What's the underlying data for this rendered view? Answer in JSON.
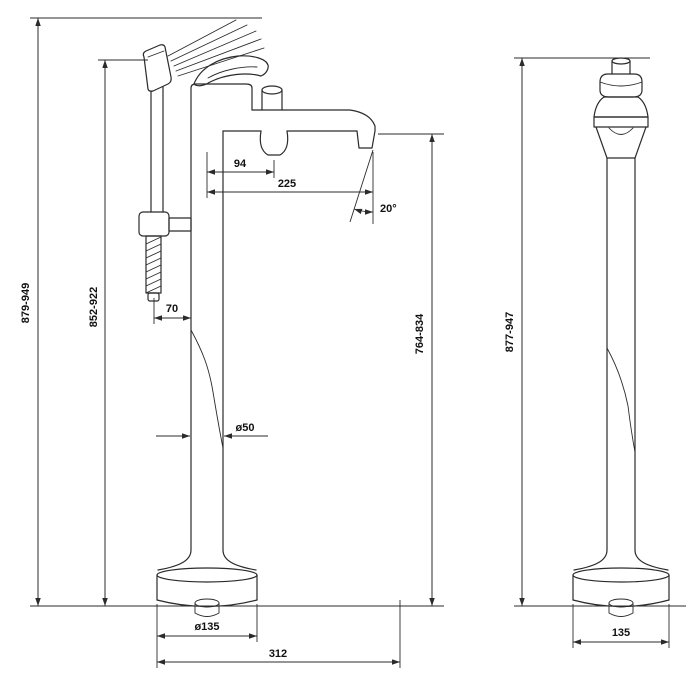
{
  "drawing": {
    "background": "#ffffff",
    "line_color": "#2b2b2b",
    "front_view": {
      "dimensions": {
        "overall_height": "879-949",
        "hand_shower_height": "852-922",
        "diverter_offset": "94",
        "spout_reach": "225",
        "spout_angle": "20°",
        "hand_shower_spacing": "70",
        "spout_outlet_height": "764-834",
        "column_diameter": "ø50",
        "base_diameter": "ø135",
        "overall_depth": "312"
      }
    },
    "side_view": {
      "dimensions": {
        "overall_height": "877-947",
        "base_width": "135"
      }
    }
  }
}
